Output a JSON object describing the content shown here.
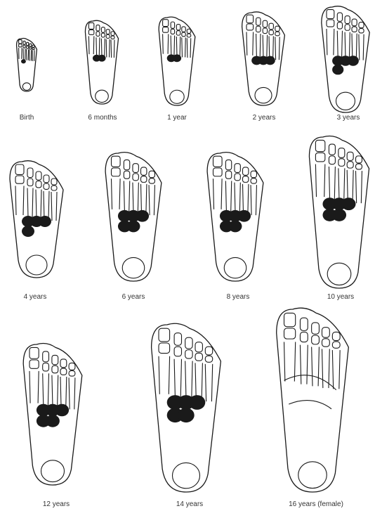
{
  "figure": {
    "stages": [
      {
        "caption": "Birth"
      },
      {
        "caption": "6 months"
      },
      {
        "caption": "1 year"
      },
      {
        "caption": "2 years"
      },
      {
        "caption": "3 years"
      },
      {
        "caption": "4 years"
      },
      {
        "caption": "6 years"
      },
      {
        "caption": "8 years"
      },
      {
        "caption": "10 years"
      },
      {
        "caption": "12 years"
      },
      {
        "caption": "14 years"
      },
      {
        "caption": "16 years (female)"
      }
    ]
  },
  "colors": {
    "ink": "#1a1a1a",
    "paper": "#ffffff",
    "caption": "#333333"
  }
}
